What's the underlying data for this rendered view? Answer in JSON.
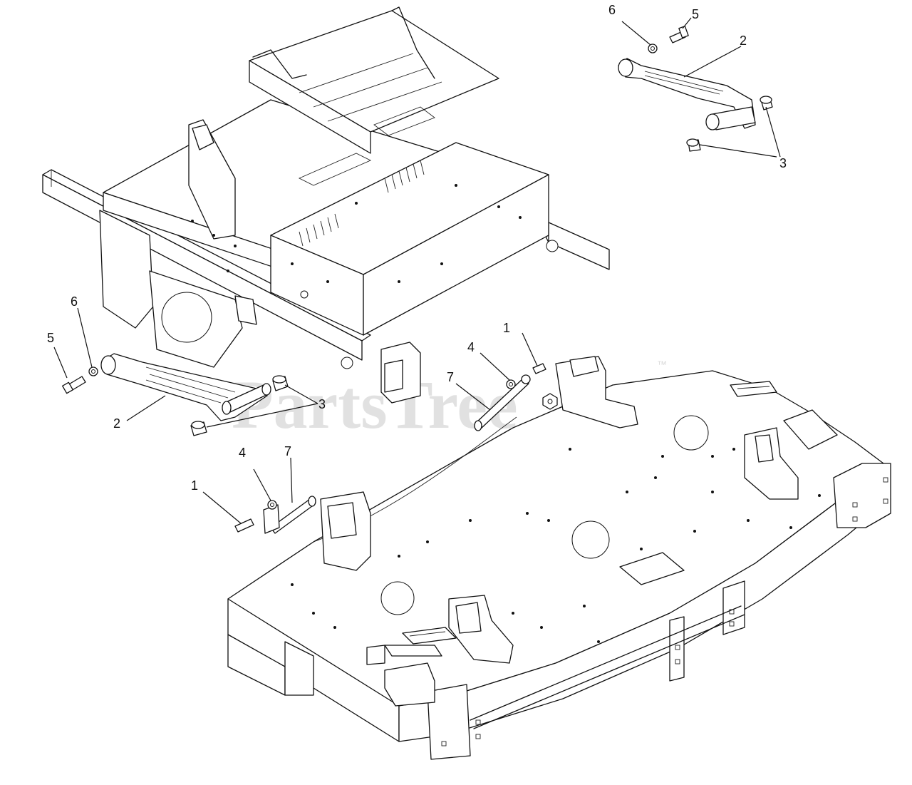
{
  "watermark": {
    "text": "PartsTree",
    "trademark": "™"
  },
  "callouts": {
    "c6_top": "6",
    "c5_top": "5",
    "c2_top": "2",
    "c3_top": "3",
    "c6_left": "6",
    "c5_left": "5",
    "c2_left": "2",
    "c3_mid": "3",
    "c1_mid": "1",
    "c4_mid": "4",
    "c7_mid": "7",
    "c4_low": "4",
    "c7_low": "7",
    "c1_low": "1"
  },
  "colors": {
    "line": "#111111",
    "background": "#ffffff",
    "watermark": "#c9c9c9"
  }
}
